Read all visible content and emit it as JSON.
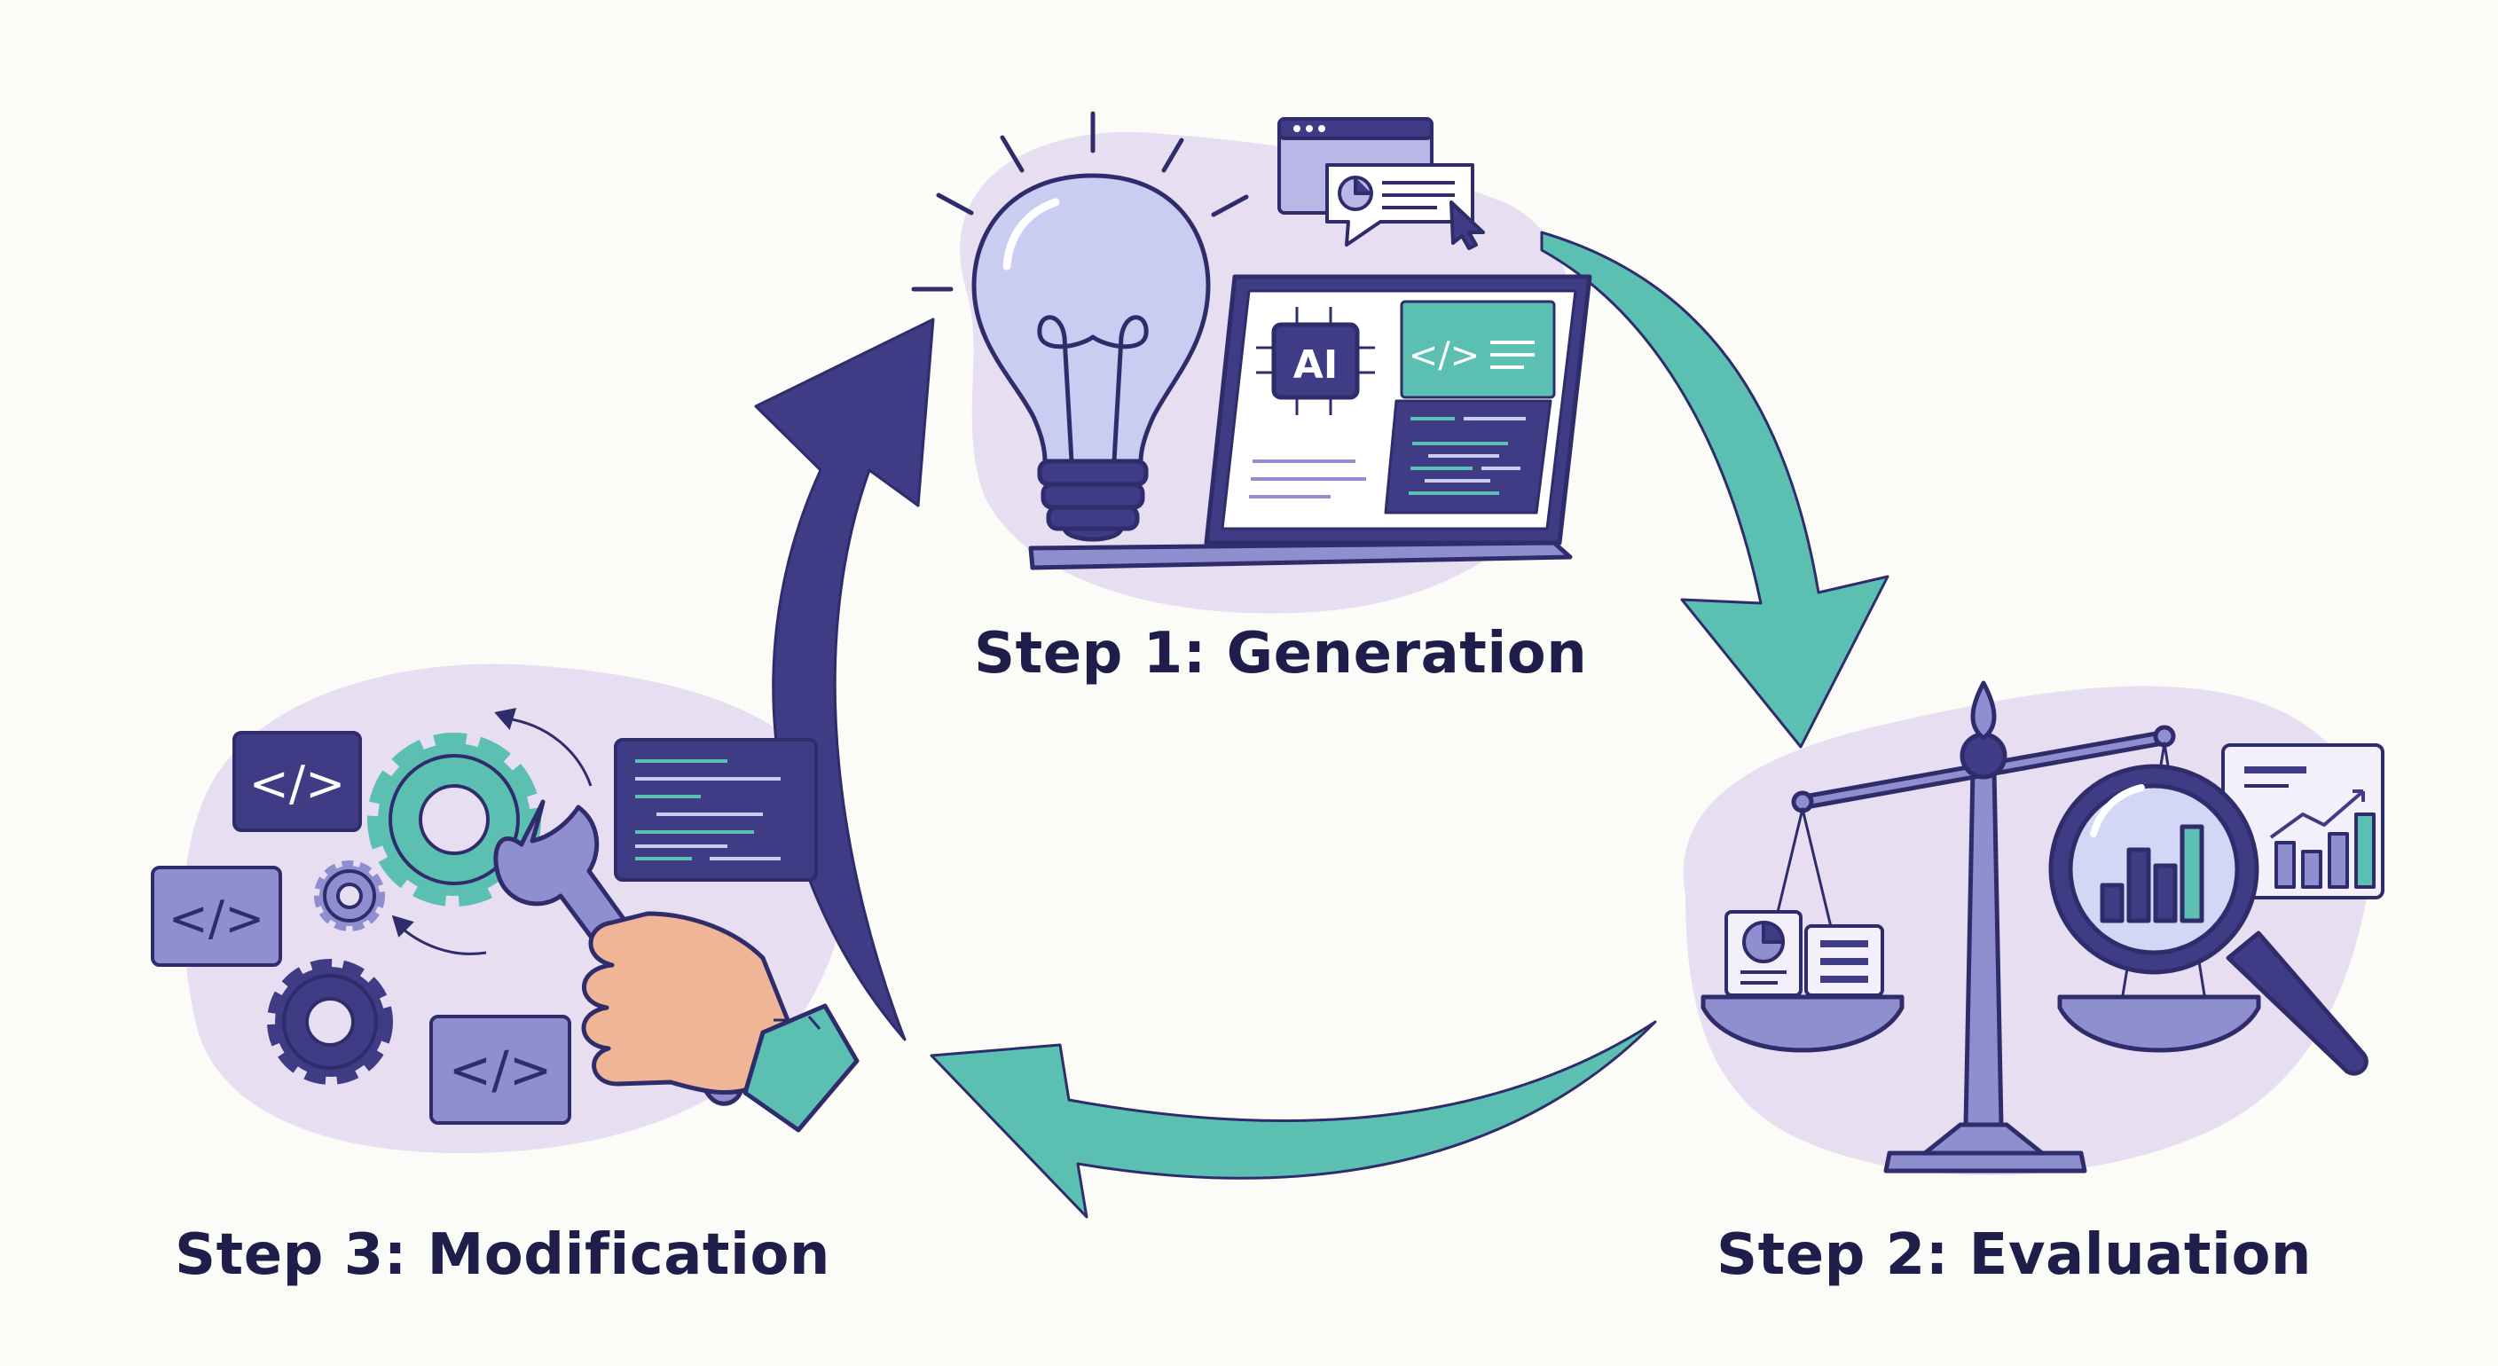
{
  "diagram": {
    "steps": [
      {
        "id": "generation",
        "label": "Step 1: Generation"
      },
      {
        "id": "evaluation",
        "label": "Step 2: Evaluation"
      },
      {
        "id": "modification",
        "label": "Step 3: Modification"
      }
    ],
    "laptop_chip_text": "AI",
    "code_glyph": "</>"
  },
  "colors": {
    "navy": "#2f2c6b",
    "navy_fill": "#3f3b85",
    "teal": "#5bbfb2",
    "lavender": "#e6dcf0",
    "bulb": "#c9cdf2",
    "skin": "#f0b596",
    "label_text": "#1f1d4a"
  },
  "icons": [
    "lightbulb-icon",
    "laptop-icon",
    "ai-chip-icon",
    "browser-window-icon",
    "scale-icon",
    "magnifier-icon",
    "bar-chart-icon",
    "document-icon",
    "gear-icon",
    "wrench-icon",
    "hand-icon",
    "code-tag-icon"
  ]
}
